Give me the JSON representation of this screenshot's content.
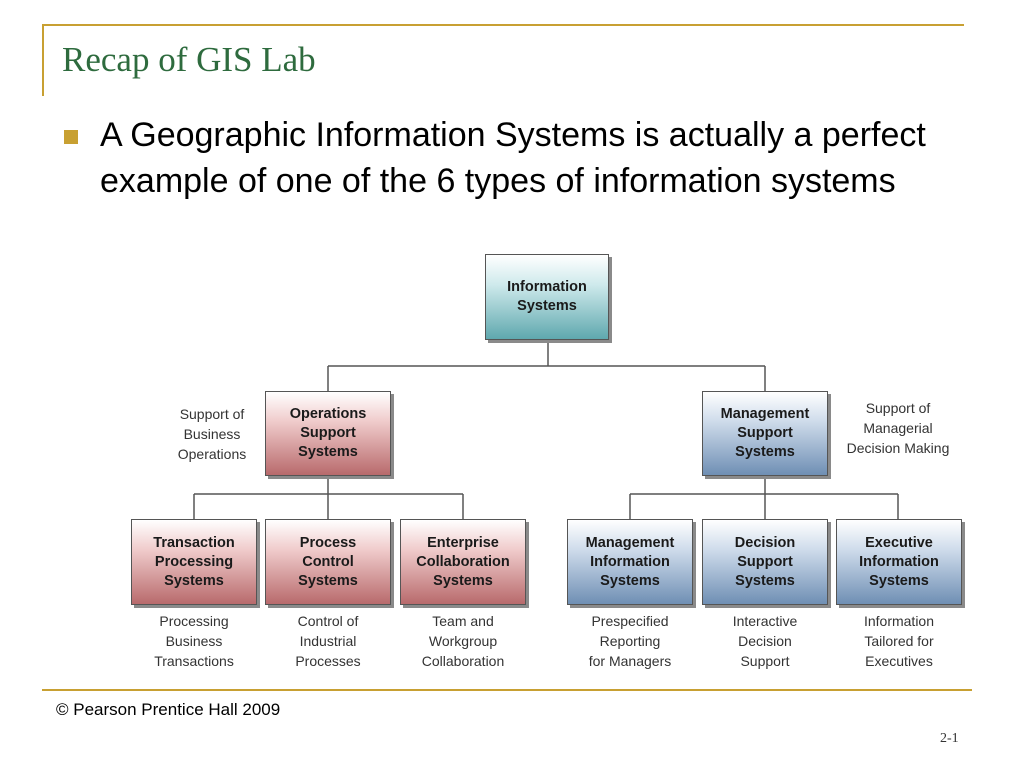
{
  "slide": {
    "title": "Recap of GIS Lab",
    "bullet_text": "A Geographic Information Systems is actually a perfect example of one of the 6 types of information systems",
    "footer": "© Pearson Prentice Hall 2009",
    "slide_number": "2-1",
    "accent_color": "#c8a032",
    "title_color": "#2e6b3e"
  },
  "diagram": {
    "root": "Information\nSystems",
    "operations": {
      "label": "Operations\nSupport\nSystems",
      "side_note": "Support of\nBusiness\nOperations",
      "children": [
        {
          "label": "Transaction\nProcessing\nSystems",
          "description": "Processing\nBusiness\nTransactions"
        },
        {
          "label": "Process\nControl\nSystems",
          "description": "Control of\nIndustrial\nProcesses"
        },
        {
          "label": "Enterprise\nCollaboration\nSystems",
          "description": "Team and\nWorkgroup\nCollaboration"
        }
      ]
    },
    "management": {
      "label": "Management\nSupport\nSystems",
      "side_note": "Support of\nManagerial\nDecision Making",
      "children": [
        {
          "label": "Management\nInformation\nSystems",
          "description": "Prespecified\nReporting\nfor Managers"
        },
        {
          "label": "Decision\nSupport\nSystems",
          "description": "Interactive\nDecision\nSupport"
        },
        {
          "label": "Executive\nInformation\nSystems",
          "description": "Information\nTailored for\nExecutives"
        }
      ]
    }
  }
}
